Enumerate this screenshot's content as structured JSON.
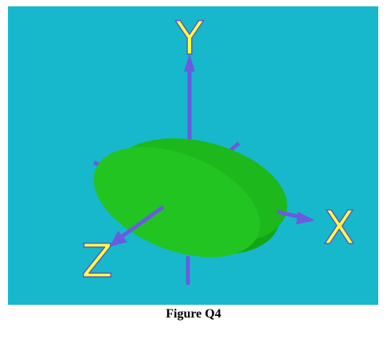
{
  "figure": {
    "caption": "Figure Q4",
    "background_color": "#17b8cc",
    "axis_color": "#6a5be0",
    "label_fill_color": "#ffff3c",
    "disk_color": "#1cb81c",
    "disk_top_color": "#2fd42f",
    "axes": {
      "y": {
        "label": "Y",
        "icon": "arrow-up"
      },
      "x": {
        "label": "X",
        "icon": "arrow-right"
      },
      "z": {
        "label": "Z",
        "icon": "arrow-down-left"
      }
    },
    "object": "flat-elliptical-disk"
  }
}
